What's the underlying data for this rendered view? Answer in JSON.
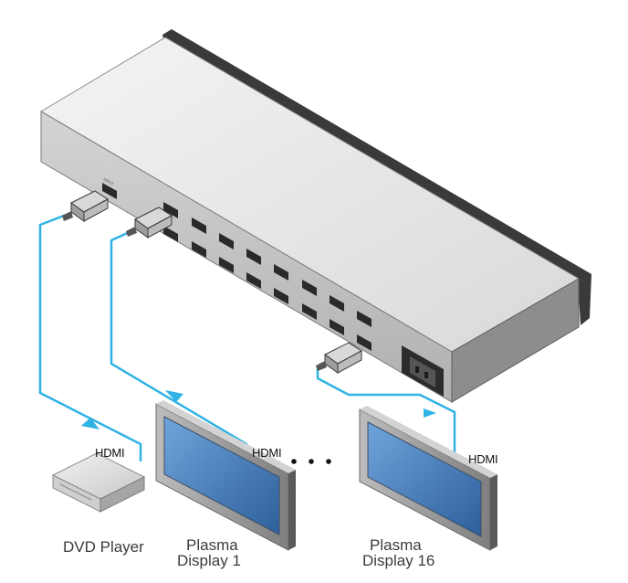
{
  "labels": {
    "dvd_player": "DVD Player",
    "plasma_1_line1": "Plasma",
    "plasma_1_line2": "Display 1",
    "plasma_16_line1": "Plasma",
    "plasma_16_line2": "Display 16",
    "hdmi": "HDMI"
  },
  "colors": {
    "cable": "#2fb2e4",
    "chassis_top": "#e6e6e6",
    "chassis_front": "#bdbdbd",
    "chassis_dark": "#3b3b3b",
    "screen": "#4f86c6",
    "bezel": "#9a9a9a"
  },
  "ports": {
    "input_label": "INPUT"
  }
}
